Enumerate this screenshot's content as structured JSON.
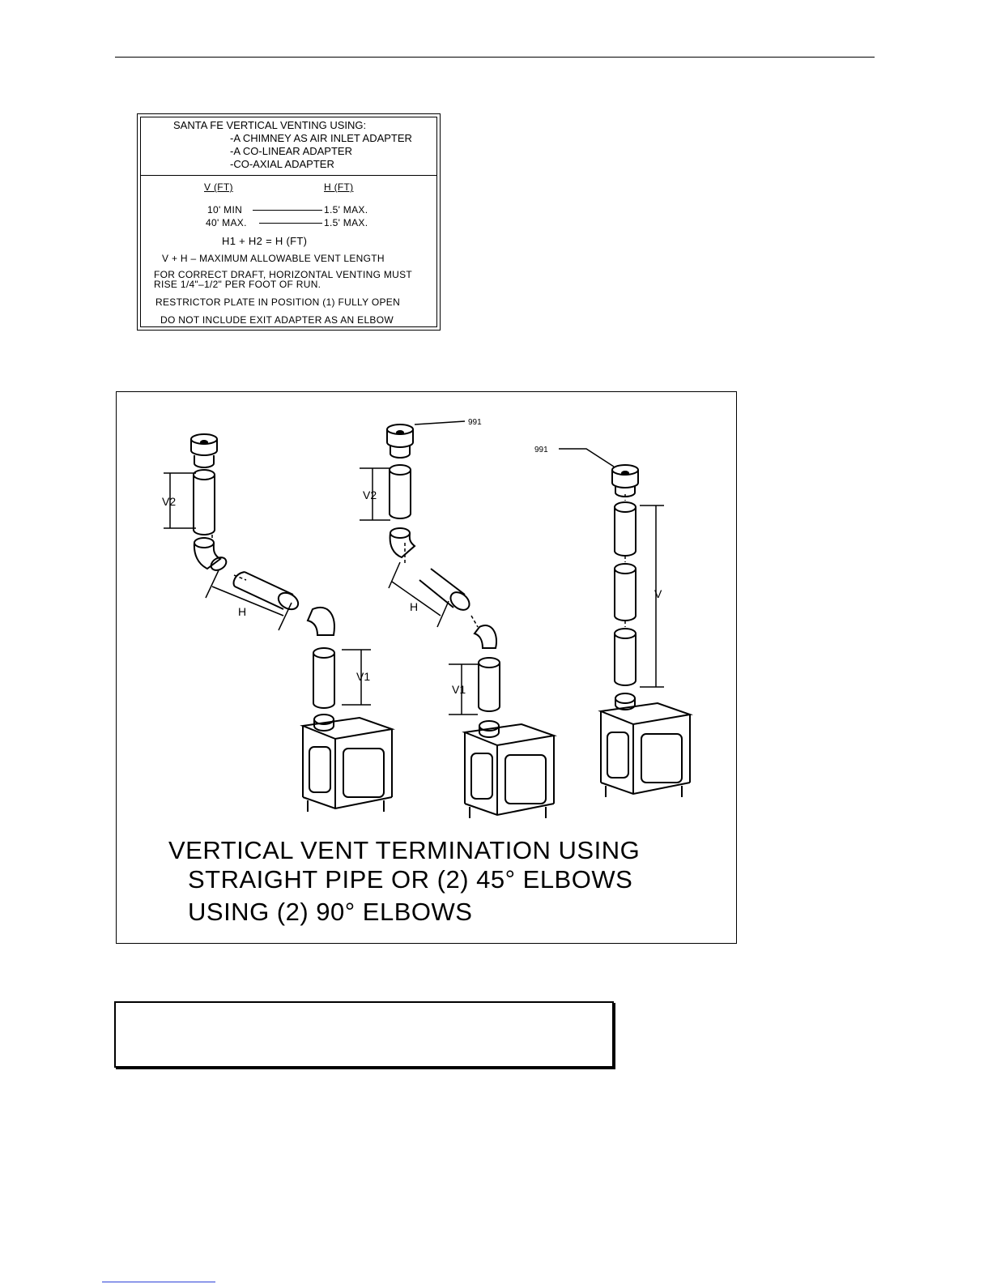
{
  "spec": {
    "title": "SANTA FE VERTICAL VENTING USING:",
    "line1": "-A CHIMNEY AS AIR INLET ADAPTER",
    "line2": "-A CO-LINEAR ADAPTER",
    "line3": "-CO-AXIAL ADAPTER",
    "col_v": "V  (FT)",
    "col_h": "H  (FT)",
    "row1_v": "10'  MIN",
    "row1_h": "1.5'  MAX.",
    "row2_v": "40'  MAX.",
    "row2_h": "1.5'  MAX.",
    "formula": "H1  +  H2  =  H  (FT)",
    "vh": "V  +  H  –  MAXIMUM  ALLOWABLE  VENT  LENGTH",
    "draft1": "FOR  CORRECT  DRAFT,  HORIZONTAL  VENTING  MUST",
    "draft2": "RISE  1/4\"–1/2\"  PER  FOOT  OF  RUN.",
    "restrictor": "RESTRICTOR  PLATE  IN  POSITION  (1)  FULLY  OPEN",
    "exit": "DO  NOT  INCLUDE  EXIT  ADAPTER  AS  AN  ELBOW"
  },
  "diagram": {
    "labels": {
      "v1": "V1",
      "v2": "V2",
      "h": "H",
      "v": "V",
      "part": "991"
    },
    "caption1": "VERTICAL VENT TERMINATION USING",
    "caption2": "STRAIGHT PIPE OR  (2) 45° ELBOWS",
    "caption3": "USING (2) 90° ELBOWS"
  }
}
